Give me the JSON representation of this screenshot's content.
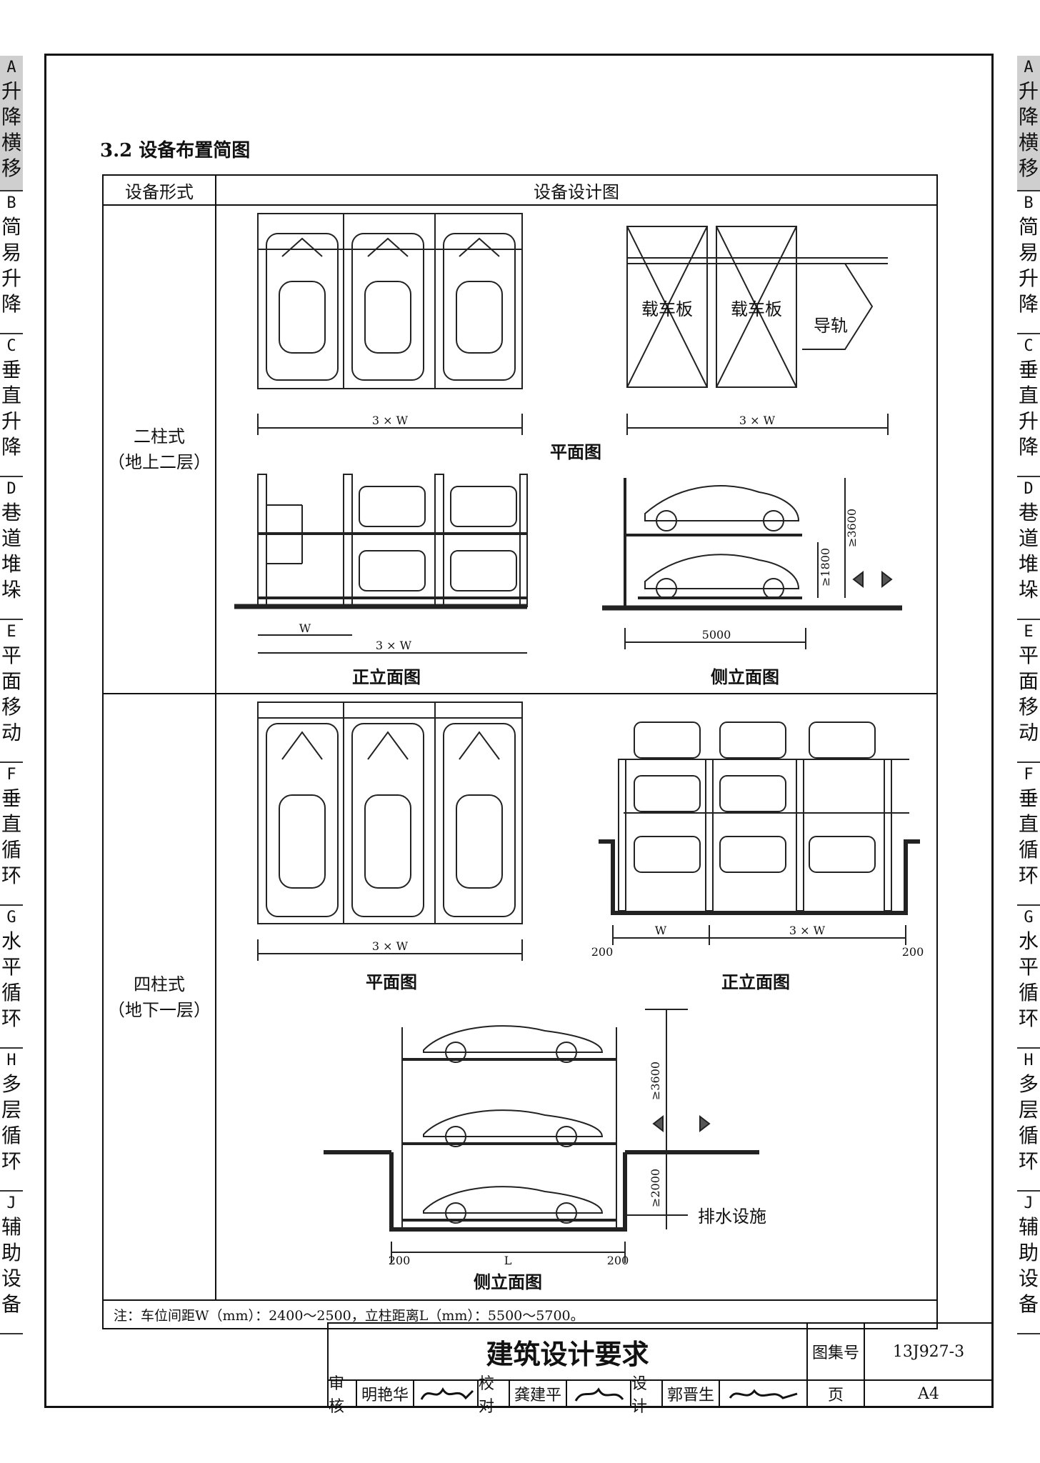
{
  "section_title": "3.2 设备布置简图",
  "table": {
    "col_form": "设备形式",
    "col_design": "设备设计图",
    "rows": [
      {
        "form_line1": "二柱式",
        "form_line2": "（地上二层）"
      },
      {
        "form_line1": "四柱式",
        "form_line2": "（地下一层）"
      }
    ]
  },
  "drawings": {
    "plan": "平面图",
    "front": "正立面图",
    "side": "侧立面图",
    "dim_3w": "3 × W",
    "dim_w": "W",
    "dim_5000": "5000",
    "dim_3600": "≥3600",
    "dim_1800": "≥1800",
    "dim_2000": "≥2000",
    "dim_200": "200",
    "dim_l": "L",
    "car_board": "载车板",
    "guide_rail": "导轨",
    "drainage": "排水设施"
  },
  "note": "注：车位间距W（mm）：2400～2500，立柱距离L（mm）：5500～5700。",
  "title_block": {
    "title": "建筑设计要求",
    "atlas_label": "图集号",
    "atlas_no": "13J927-3",
    "page_label": "页",
    "page_no": "A4",
    "review_label": "审核",
    "reviewer": "明艳华",
    "check_label": "校对",
    "checker": "龚建平",
    "design_label": "设计",
    "designer": "郭晋生"
  },
  "side_tabs": [
    {
      "code": "A",
      "name": "升降横移",
      "active": true
    },
    {
      "code": "B",
      "name": "简易升降",
      "active": false
    },
    {
      "code": "C",
      "name": "垂直升降",
      "active": false
    },
    {
      "code": "D",
      "name": "巷道堆垛",
      "active": false
    },
    {
      "code": "E",
      "name": "平面移动",
      "active": false
    },
    {
      "code": "F",
      "name": "垂直循环",
      "active": false
    },
    {
      "code": "G",
      "name": "水平循环",
      "active": false
    },
    {
      "code": "H",
      "name": "多层循环",
      "active": false
    },
    {
      "code": "J",
      "name": "辅助设备",
      "active": false
    }
  ]
}
